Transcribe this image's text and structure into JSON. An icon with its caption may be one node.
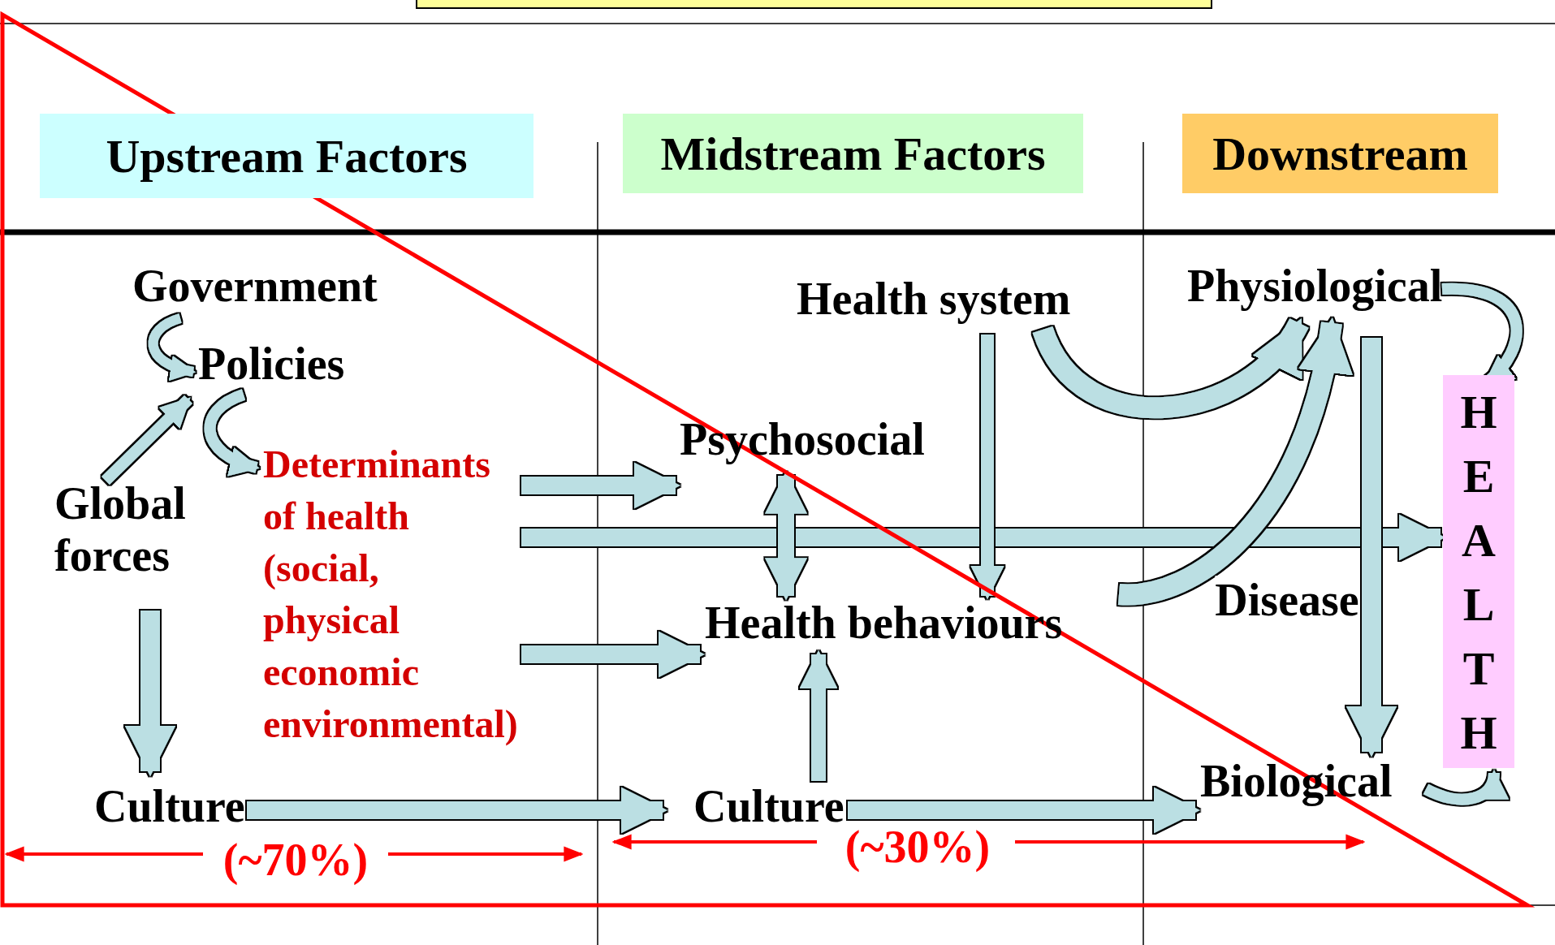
{
  "diagram": {
    "nodes": [
      {
        "text": [
          "Upstream Factors"
        ]
      },
      {
        "text": [
          "Midstream Factors"
        ]
      },
      {
        "text": [
          "Downstream"
        ]
      },
      {
        "text": [
          "Government"
        ]
      },
      {
        "text": [
          "Policies"
        ]
      },
      {
        "text": [
          "Global forces"
        ]
      },
      {
        "text": [
          "Determinants of health (social, physical economic environmental)"
        ]
      },
      {
        "text": [
          "Culture"
        ]
      },
      {
        "text": [
          "Health system"
        ]
      },
      {
        "text": [
          "Psychosocial"
        ]
      },
      {
        "text": [
          "Health behaviours"
        ]
      },
      {
        "text": [
          "Culture"
        ]
      },
      {
        "text": [
          "Physiological"
        ]
      },
      {
        "text": [
          "Biological"
        ]
      },
      {
        "text": [
          "HEALTH"
        ]
      }
    ],
    "edges": [
      {
        "from": 3,
        "to": 4,
        "arrow": "to"
      },
      {
        "from": 5,
        "to": 4,
        "arrow": "to"
      },
      {
        "from": 4,
        "to": 6,
        "arrow": "to"
      },
      {
        "from": 5,
        "to": 7,
        "arrow": "to"
      },
      {
        "from": 6,
        "to": 9,
        "arrow": "to"
      },
      {
        "from": 6,
        "to": 14,
        "arrow": "to"
      },
      {
        "from": 6,
        "to": 10,
        "arrow": "to"
      },
      {
        "from": 9,
        "to": 10,
        "arrow": "both"
      },
      {
        "from": 7,
        "to": 11,
        "arrow": "to"
      },
      {
        "from": 11,
        "to": 10,
        "arrow": "to"
      },
      {
        "from": 11,
        "to": 13,
        "arrow": "to"
      },
      {
        "from": 8,
        "to": 10,
        "arrow": "to"
      },
      {
        "from": 8,
        "to": 12,
        "arrow": "to"
      },
      {
        "from": 10,
        "to": 12,
        "arrow": "to"
      },
      {
        "from": 12,
        "to": 13,
        "arrow": "to",
        "label": "Disease"
      },
      {
        "from": 12,
        "to": 14,
        "arrow": "to"
      },
      {
        "from": 13,
        "to": 14,
        "arrow": "to"
      }
    ],
    "labels": [
      "(~70%)",
      "(~30%)"
    ]
  }
}
